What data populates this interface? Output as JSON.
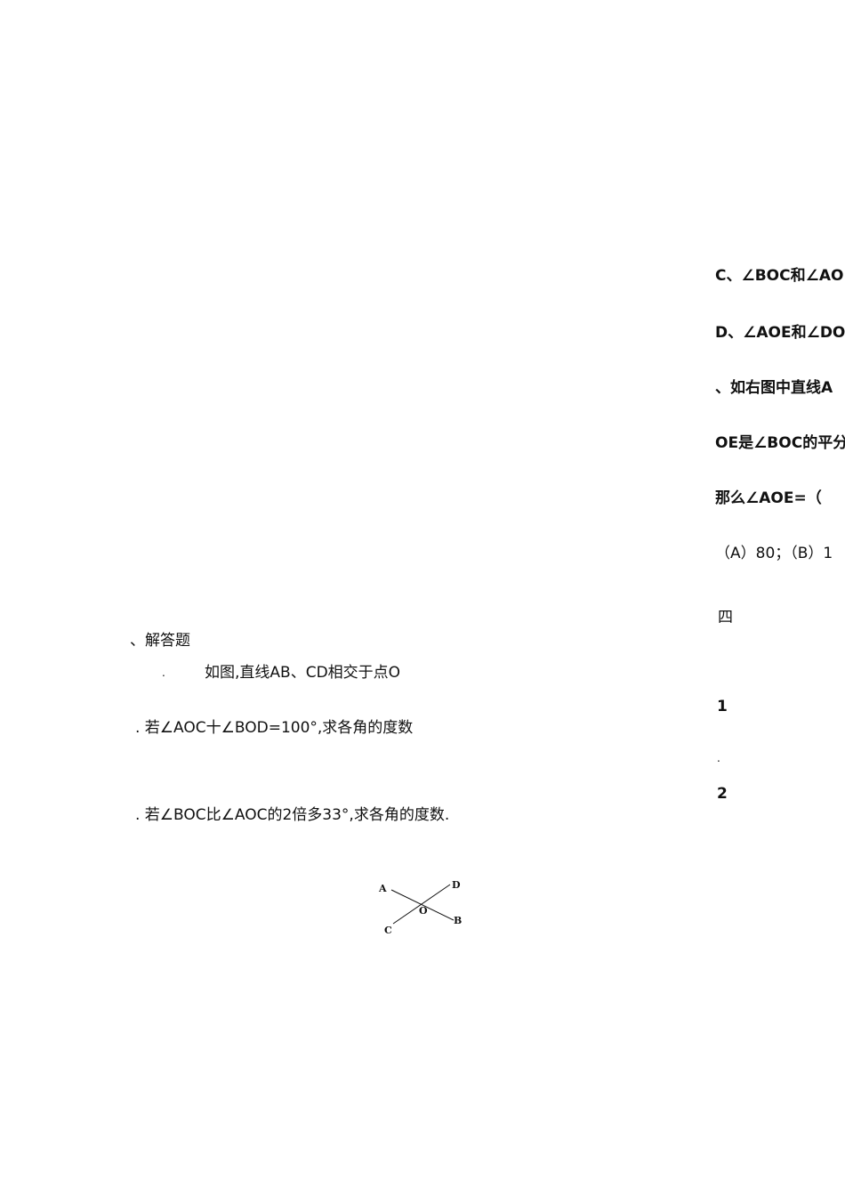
{
  "right_column": {
    "line_c": "C、∠BOC和∠AOD",
    "line_d": "D、∠AOE和∠DOE",
    "question_intro": "、如右图中直线A",
    "question_bisector": "OE是∠BOC的平分",
    "question_ask": "那么∠AOE=（",
    "options": "（A）80；（B）1",
    "section_number": "四",
    "num_1": "1",
    "dot": ".",
    "num_2": "2"
  },
  "left_column": {
    "section_title": "、解答题",
    "problem_dot": ".",
    "problem_text": "如图,直线AB、CD相交于点O",
    "part1": ". 若∠AOC十∠BOD=100°,求各角的度数",
    "part2": ". 若∠BOC比∠AOC的2倍多33°,求各角的度数."
  },
  "diagram": {
    "label_a": "A",
    "label_b": "B",
    "label_c": "C",
    "label_d": "D",
    "label_o": "O"
  }
}
